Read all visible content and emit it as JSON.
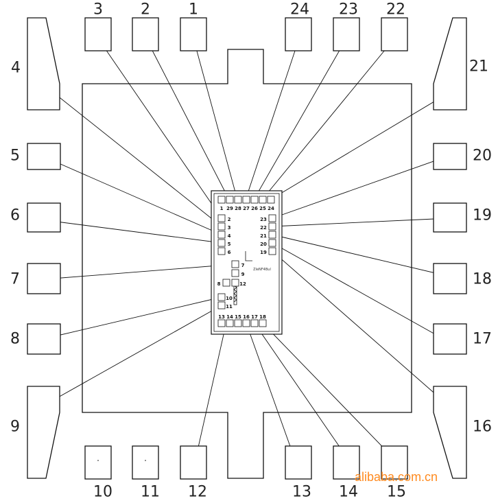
{
  "package_pads": [
    {
      "id": "3",
      "label": "3"
    },
    {
      "id": "2",
      "label": "2"
    },
    {
      "id": "1",
      "label": "1"
    },
    {
      "id": "24",
      "label": "24"
    },
    {
      "id": "23",
      "label": "23"
    },
    {
      "id": "22",
      "label": "22"
    },
    {
      "id": "4",
      "label": "4"
    },
    {
      "id": "5",
      "label": "5"
    },
    {
      "id": "6",
      "label": "6"
    },
    {
      "id": "7",
      "label": "7"
    },
    {
      "id": "8",
      "label": "8"
    },
    {
      "id": "9",
      "label": "9"
    },
    {
      "id": "21",
      "label": "21"
    },
    {
      "id": "20",
      "label": "20"
    },
    {
      "id": "19",
      "label": "19"
    },
    {
      "id": "18",
      "label": "18"
    },
    {
      "id": "17",
      "label": "17"
    },
    {
      "id": "16",
      "label": "16"
    },
    {
      "id": "10",
      "label": "10"
    },
    {
      "id": "11",
      "label": "11"
    },
    {
      "id": "12",
      "label": "12"
    },
    {
      "id": "13",
      "label": "13"
    },
    {
      "id": "14",
      "label": "14"
    },
    {
      "id": "15",
      "label": "15"
    }
  ],
  "die_pads": [
    {
      "id": "1",
      "label": "1"
    },
    {
      "id": "29",
      "label": "29"
    },
    {
      "id": "28",
      "label": "28"
    },
    {
      "id": "27",
      "label": "27"
    },
    {
      "id": "26",
      "label": "26"
    },
    {
      "id": "25",
      "label": "25"
    },
    {
      "id": "24",
      "label": "24"
    },
    {
      "id": "2",
      "label": "2"
    },
    {
      "id": "3",
      "label": "3"
    },
    {
      "id": "4",
      "label": "4"
    },
    {
      "id": "5",
      "label": "5"
    },
    {
      "id": "6",
      "label": "6"
    },
    {
      "id": "23",
      "label": "23"
    },
    {
      "id": "22",
      "label": "22"
    },
    {
      "id": "21",
      "label": "21"
    },
    {
      "id": "20",
      "label": "20"
    },
    {
      "id": "19",
      "label": "19"
    },
    {
      "id": "7",
      "label": "7"
    },
    {
      "id": "9",
      "label": "9"
    },
    {
      "id": "8",
      "label": "8"
    },
    {
      "id": "12",
      "label": "12"
    },
    {
      "id": "10",
      "label": "10"
    },
    {
      "id": "11",
      "label": "11"
    },
    {
      "id": "13",
      "label": "13"
    },
    {
      "id": "14",
      "label": "14"
    },
    {
      "id": "15",
      "label": "15"
    },
    {
      "id": "16",
      "label": "16"
    },
    {
      "id": "17",
      "label": "17"
    },
    {
      "id": "18",
      "label": "18"
    }
  ],
  "bonds": [
    [
      "3",
      "2"
    ],
    [
      "2",
      "29"
    ],
    [
      "1",
      "28"
    ],
    [
      "24",
      "27"
    ],
    [
      "23",
      "26"
    ],
    [
      "22",
      "25"
    ],
    [
      "4",
      "3"
    ],
    [
      "5",
      "4"
    ],
    [
      "6",
      "5"
    ],
    [
      "7",
      "7"
    ],
    [
      "8",
      "10"
    ],
    [
      "9",
      "11"
    ],
    [
      "21",
      "24"
    ],
    [
      "20",
      "23"
    ],
    [
      "19",
      "22"
    ],
    [
      "18",
      "21"
    ],
    [
      "17",
      "20"
    ],
    [
      "16",
      "19"
    ],
    [
      "12",
      "12"
    ],
    [
      "13",
      "16"
    ],
    [
      "14",
      "17"
    ],
    [
      "15",
      "18"
    ]
  ],
  "die_marking": "ZleNF4Bul",
  "watermark": "alibaba.com.cn",
  "colors": {
    "line": "#111111",
    "watermark": "#ff8a1f"
  }
}
